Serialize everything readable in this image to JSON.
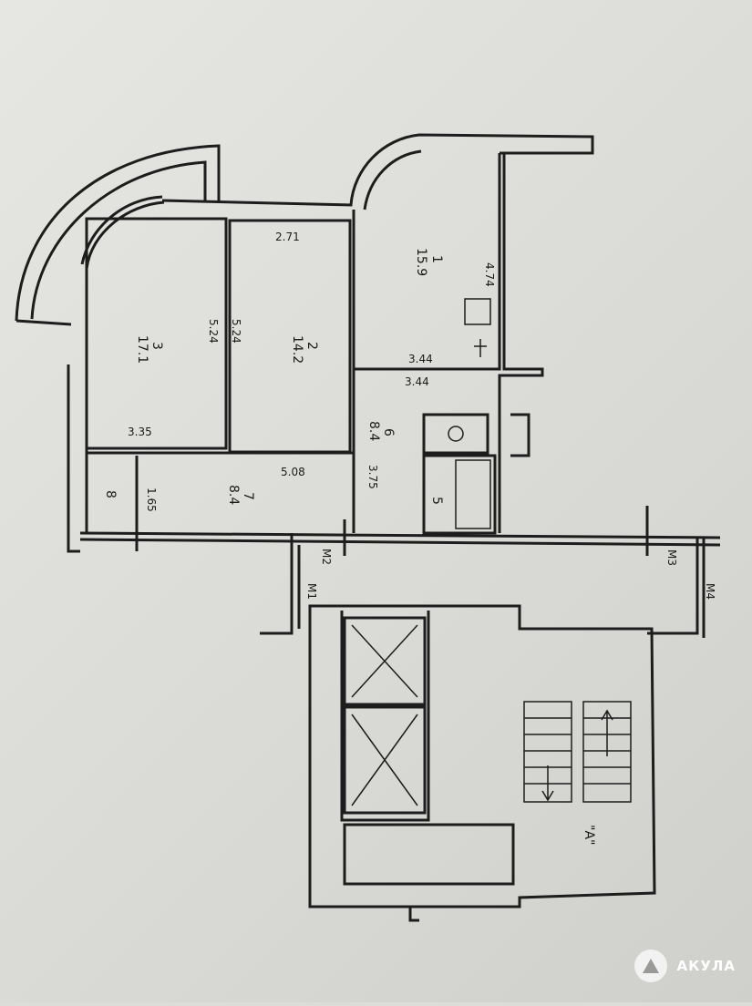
{
  "rooms": [
    {
      "number": "1",
      "area": "15.9"
    },
    {
      "number": "2",
      "area": "14.2"
    },
    {
      "number": "3",
      "area": "17.1"
    },
    {
      "number": "5",
      "area": ""
    },
    {
      "number": "6",
      "area": "8.4"
    },
    {
      "number": "7",
      "area": "8.4"
    },
    {
      "number": "8",
      "area": ""
    }
  ],
  "dimensions": {
    "d271": "2.71",
    "d474": "4.74",
    "d524a": "5.24",
    "d524b": "5.24",
    "d344a": "3.44",
    "d344b": "3.44",
    "d335": "3.35",
    "d165": "1.65",
    "d508": "5.08",
    "d375": "3.75"
  },
  "markers": {
    "m1": "M1",
    "m2": "M2",
    "m3": "M3",
    "m4": "M4",
    "section": "\"A\""
  },
  "logo": {
    "text": "АКУЛА"
  }
}
